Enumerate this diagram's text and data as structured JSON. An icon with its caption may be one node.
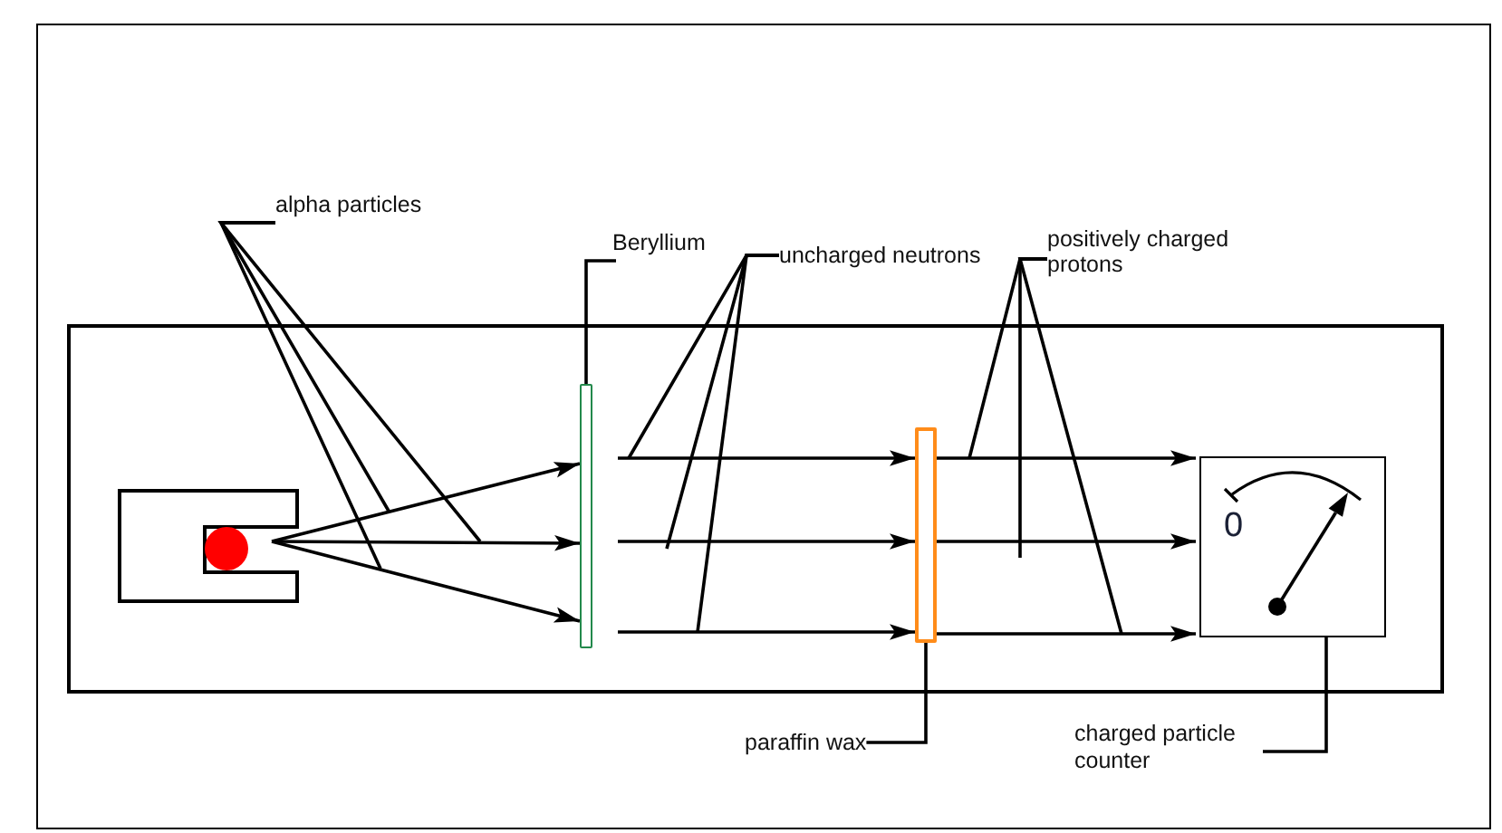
{
  "diagram": {
    "nodes": [
      {
        "text": [
          "alpha particles"
        ]
      },
      {
        "text": [
          "Beryllium"
        ]
      },
      {
        "text": [
          "uncharged neutrons"
        ]
      },
      {
        "text": [
          "positively charged protons"
        ]
      },
      {
        "text": [],
        "shape": "box"
      },
      {
        "text": [],
        "shape": "circle",
        "in": 4
      },
      {
        "text": [],
        "shape": "bar",
        "in": 4
      },
      {
        "text": [],
        "shape": "bar",
        "in": 4
      },
      {
        "text": [
          "0"
        ],
        "in": 4
      },
      {
        "text": [
          "paraffin wax"
        ]
      },
      {
        "text": [
          "charged particle counter"
        ]
      }
    ],
    "edges": [
      {
        "from": 5,
        "to": 6,
        "arrow": "to"
      },
      {
        "from": 5,
        "to": 6,
        "arrow": "to"
      },
      {
        "from": 5,
        "to": 6,
        "arrow": "to"
      },
      {
        "from": 6,
        "to": 7,
        "arrow": "to"
      },
      {
        "from": 6,
        "to": 7,
        "arrow": "to"
      },
      {
        "from": 6,
        "to": 7,
        "arrow": "to"
      },
      {
        "from": 7,
        "to": 8,
        "arrow": "to"
      },
      {
        "from": 7,
        "to": 8,
        "arrow": "to"
      },
      {
        "from": 7,
        "to": 8,
        "arrow": "to"
      },
      {
        "from": 0,
        "to": null,
        "arrow": "none"
      },
      {
        "from": 0,
        "to": null,
        "arrow": "none"
      },
      {
        "from": 0,
        "to": null,
        "arrow": "none"
      },
      {
        "from": 1,
        "to": 6,
        "arrow": "none"
      },
      {
        "from": 2,
        "to": null,
        "arrow": "none"
      },
      {
        "from": 2,
        "to": null,
        "arrow": "none"
      },
      {
        "from": 2,
        "to": null,
        "arrow": "none"
      },
      {
        "from": 3,
        "to": null,
        "arrow": "none"
      },
      {
        "from": 3,
        "to": null,
        "arrow": "none"
      },
      {
        "from": 3,
        "to": null,
        "arrow": "none"
      },
      {
        "from": 9,
        "to": 7,
        "arrow": "none"
      },
      {
        "from": 10,
        "to": 8,
        "arrow": "none"
      }
    ]
  }
}
